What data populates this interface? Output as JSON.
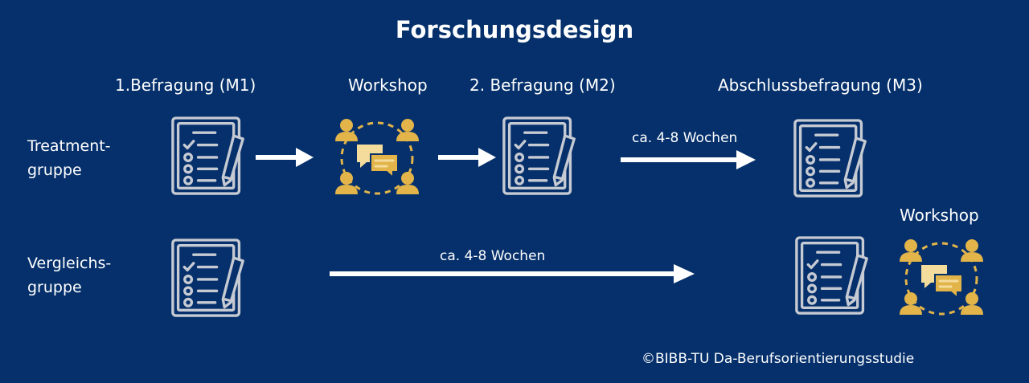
{
  "title": "Forschungsdesign",
  "columns": {
    "m1": "1.Befragung (M1)",
    "workshop": "Workshop",
    "m2": "2. Befragung (M2)",
    "m3": "Abschlussbefragung (M3)"
  },
  "rows": {
    "treatment_line1": "Treatment-",
    "treatment_line2": "gruppe",
    "comparison_line1": "Vergleichs-",
    "comparison_line2": "gruppe"
  },
  "durations": {
    "treatment": "ca. 4-8 Wochen",
    "comparison": "ca. 4-8 Wochen"
  },
  "workshop_label_bottom": "Workshop",
  "copyright": "©BIBB-TU Da-Berufsorientierungsstudie",
  "colors": {
    "background": "#05306b",
    "foreground": "#ffffff",
    "icon_line": "#c6cad3",
    "workshop_gold": "#e2b449",
    "bubble_light": "#f4dc9c"
  },
  "icons": {
    "survey": "clipboard-checklist-icon",
    "workshop": "workshop-group-icon"
  }
}
